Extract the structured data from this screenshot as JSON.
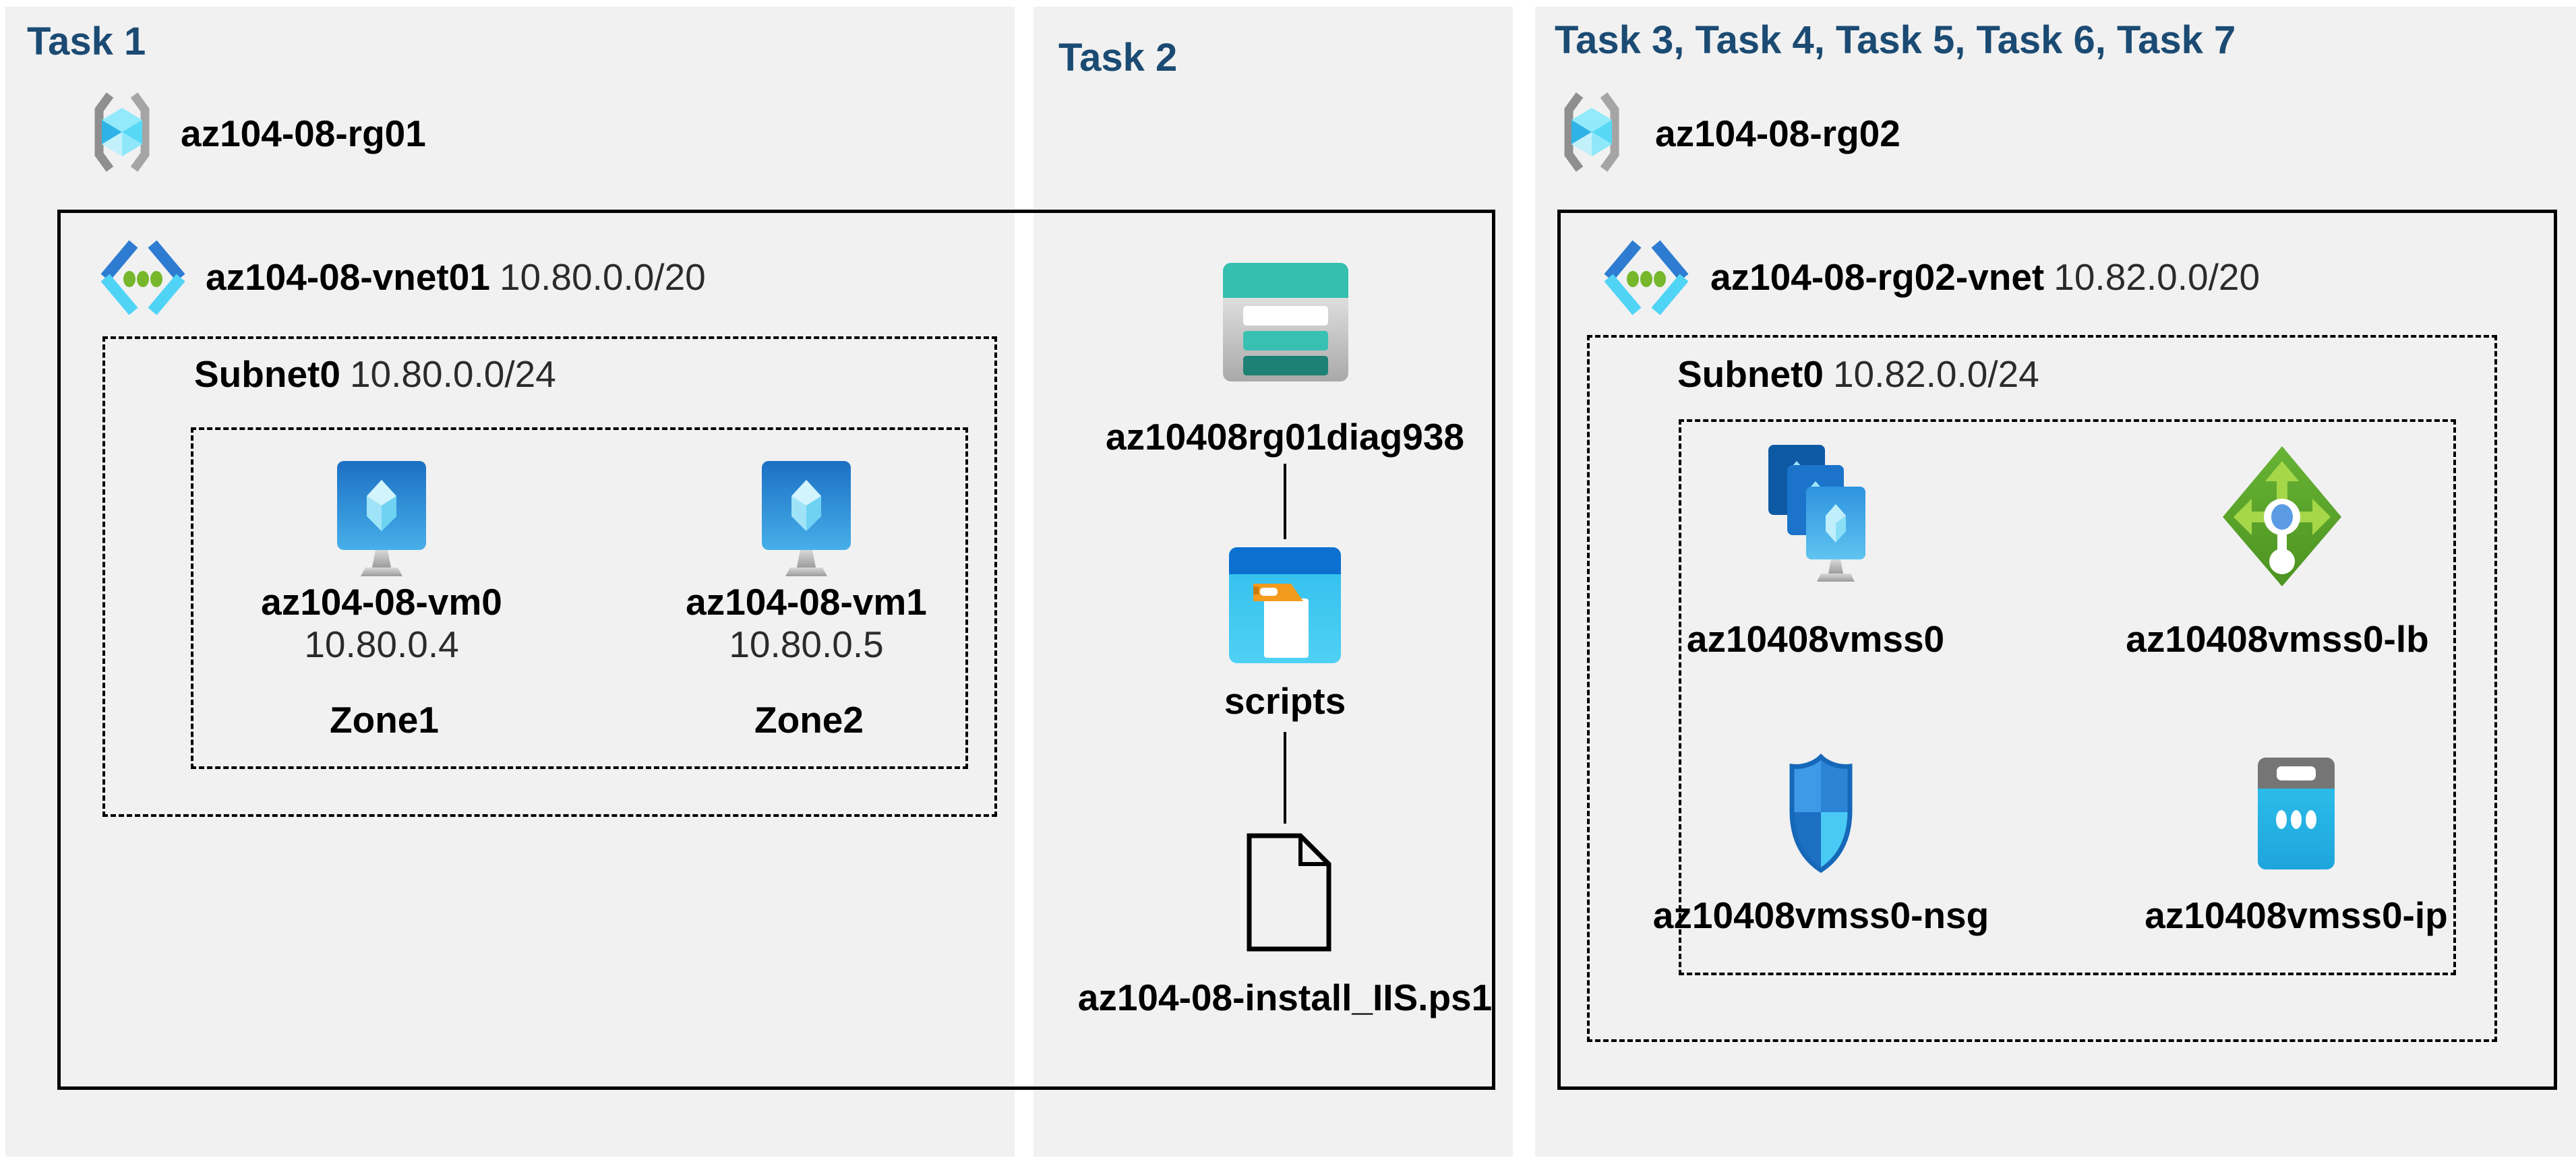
{
  "colors": {
    "panel_bg": "#F1F1F1",
    "heading": "#1B4B73",
    "box_border": "#000000",
    "storage_teal": "#35BFAF",
    "storage_teal_dark": "#1E8175",
    "container_blue": "#0B70D0",
    "container_cyan": "#3CC7F0",
    "folder_orange": "#F29B1D",
    "vm_blue": "#1C6FC4",
    "vnet_blue": "#2E7CD2",
    "vnet_cyan": "#50D4F6",
    "vnet_dot_green": "#76B72C",
    "lb_green": "#55A22A",
    "lb_arrow_green": "#A5D748",
    "nsg_blue": "#2B84D6",
    "pip_cyan": "#2FC0EC",
    "rg_cube_cyan": "#57D9F6",
    "rg_bracket_gray": "#949494"
  },
  "icons": {
    "resource_group": "azure-resource-group (gray brackets with cyan cube)",
    "virtual_network": "azure-virtual-network (blue/cyan chevrons with green dots)",
    "virtual_machine": "azure-virtual-machine (blue monitor with crystal)",
    "storage_account": "azure-storage-account (teal/gray table)",
    "blob_container": "azure-blob-container (blue window with folder and page)",
    "script_file": "powershell-script-file (outlined page with folded corner)",
    "vm_scale_set": "azure-vm-scale-set (three stacked blue monitors)",
    "load_balancer": "azure-load-balancer (green diamond with arrows)",
    "network_security_group": "azure-nsg (blue quartered shield)",
    "public_ip": "azure-public-ip (cyan card with white dots)"
  },
  "task1": {
    "header": "Task 1",
    "rg_name": "az104-08-rg01",
    "vnet_name": "az104-08-vnet01",
    "vnet_cidr": "10.80.0.0/20",
    "subnet_name": "Subnet0",
    "subnet_cidr": "10.80.0.0/24",
    "vm0": {
      "name": "az104-08-vm0",
      "ip": "10.80.0.4",
      "zone": "Zone1"
    },
    "vm1": {
      "name": "az104-08-vm1",
      "ip": "10.80.0.5",
      "zone": "Zone2"
    }
  },
  "task2": {
    "header": "Task 2",
    "storage_account": "az10408rg01diag938",
    "container": "scripts",
    "script_file": "az104-08-install_IIS.ps1"
  },
  "task3": {
    "header": "Task 3, Task 4, Task 5, Task 6, Task 7",
    "rg_name": "az104-08-rg02",
    "vnet_name": "az104-08-rg02-vnet",
    "vnet_cidr": "10.82.0.0/20",
    "subnet_name": "Subnet0",
    "subnet_cidr": "10.82.0.0/24",
    "vmss": "az10408vmss0",
    "load_balancer": "az10408vmss0-lb",
    "nsg": "az10408vmss0-nsg",
    "public_ip": "az10408vmss0-ip"
  }
}
